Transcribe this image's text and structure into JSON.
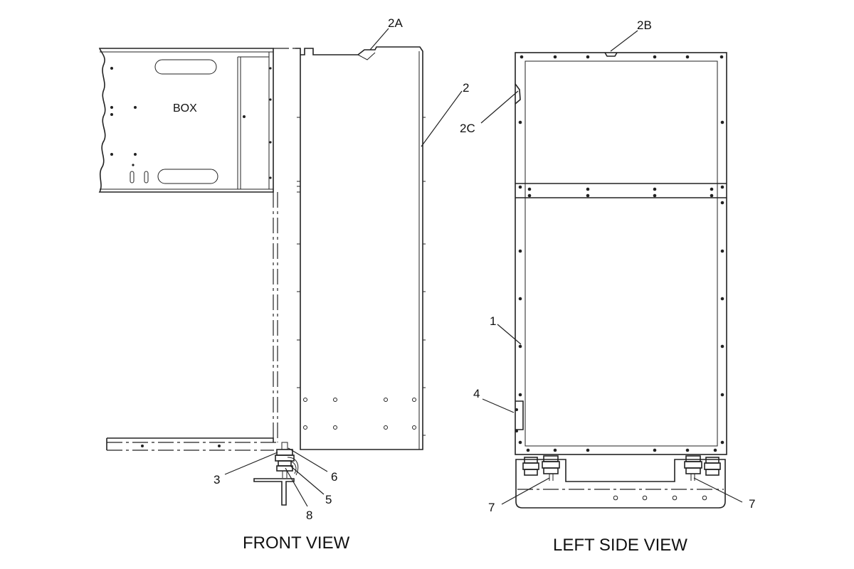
{
  "labels": {
    "box": "BOX",
    "front_view": "FRONT VIEW",
    "left_side_view": "LEFT SIDE VIEW"
  },
  "callouts": {
    "c2A": "2A",
    "c2": "2",
    "c2B": "2B",
    "c2C": "2C",
    "c1": "1",
    "c4": "4",
    "c3": "3",
    "c6": "6",
    "c5": "5",
    "c8": "8",
    "c7_left": "7",
    "c7_right": "7"
  }
}
